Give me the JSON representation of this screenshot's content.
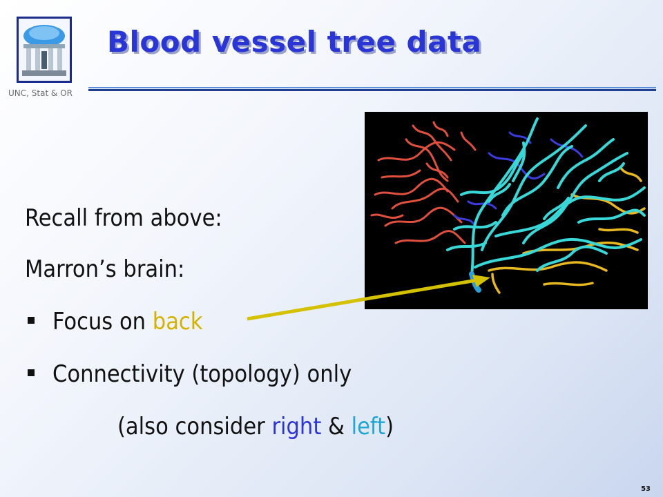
{
  "header": {
    "title": "Blood vessel tree data",
    "org": "UNC, Stat & OR"
  },
  "body": {
    "line1": "Recall from above:",
    "line2": "Marron’s brain:",
    "bullet1_prefix": "Focus on ",
    "bullet1_highlight": "back",
    "bullet2": "Connectivity (topology) only",
    "line5_prefix": "(also consider ",
    "line5_right": "right",
    "line5_mid": " & ",
    "line5_left": "left",
    "line5_suffix": ")"
  },
  "colors": {
    "title": "#2a35d6",
    "back": "#d4b300",
    "right": "#2b35d8",
    "left": "#1ea6d8",
    "arrow": "#d4c200"
  },
  "icons": [
    "old-well-logo-icon",
    "bullet-square-icon"
  ],
  "footer": {
    "page_number": "53"
  }
}
